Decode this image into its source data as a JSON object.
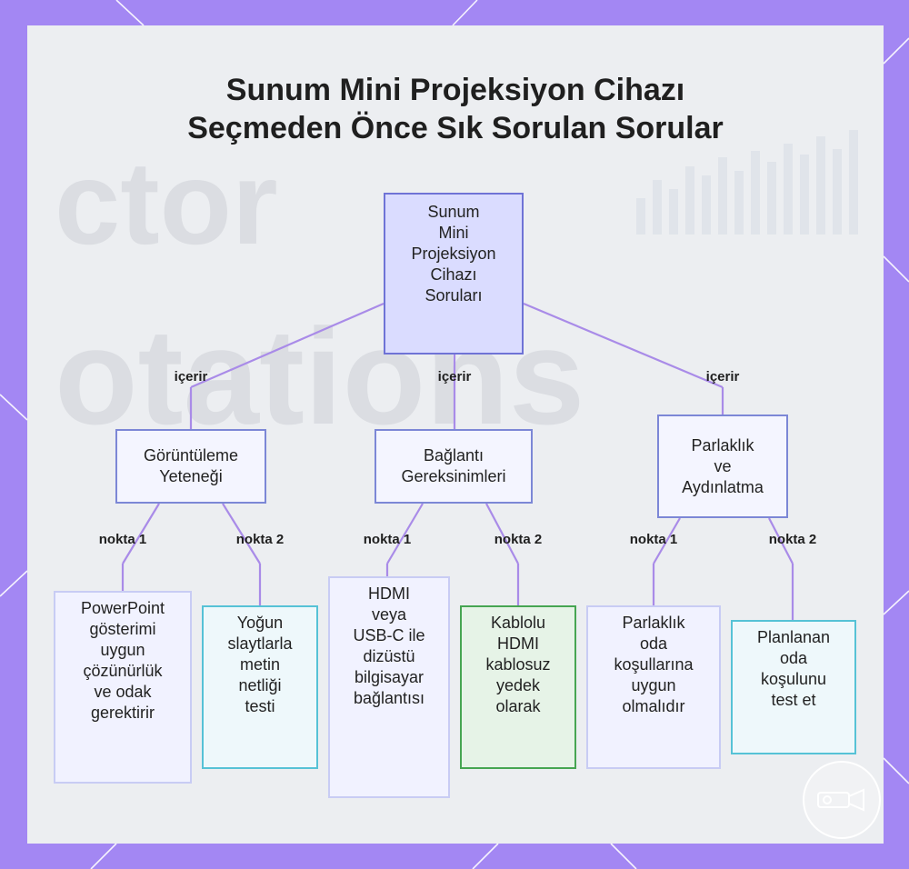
{
  "title": {
    "line1": "Sunum Mini Projeksiyon Cihazı",
    "line2": "Seçmeden Önce Sık Sorulan Sorular"
  },
  "root": {
    "lines": [
      "Sunum",
      "Mini",
      "Projeksiyon",
      "Cihazı",
      "Soruları"
    ]
  },
  "edge_labels": {
    "contains": "içerir",
    "point1": "nokta 1",
    "point2": "nokta 2"
  },
  "categories": [
    {
      "lines": [
        "Görüntüleme",
        "Yeteneği"
      ]
    },
    {
      "lines": [
        "Bağlantı",
        "Gereksinimleri"
      ]
    },
    {
      "lines": [
        "Parlaklık",
        "ve",
        "Aydınlatma"
      ]
    }
  ],
  "leaves": [
    {
      "lines": [
        "PowerPoint",
        "gösterimi",
        "uygun",
        "çözünürlük",
        "ve odak",
        "gerektirir"
      ]
    },
    {
      "lines": [
        "Yoğun",
        "slaytlarla",
        "metin",
        "netliği",
        "testi"
      ]
    },
    {
      "lines": [
        "HDMI",
        "veya",
        "USB-C ile",
        "dizüstü",
        "bilgisayar",
        "bağlantısı"
      ]
    },
    {
      "lines": [
        "Kablolu",
        "HDMI",
        "kablosuz",
        "yedek",
        "olarak"
      ]
    },
    {
      "lines": [
        "Parlaklık",
        "oda",
        "koşullarına",
        "uygun",
        "olmalıdır"
      ]
    },
    {
      "lines": [
        "Planlanan",
        "oda",
        "koşulunu",
        "test et"
      ]
    }
  ],
  "background_watermark": {
    "word1": "ctor",
    "word2": "otations"
  },
  "colors": {
    "frame": "#a387f3",
    "connector": "#a98be8",
    "root_fill": "#dadcff",
    "leaf_cyan_border": "#56c2d6",
    "leaf_green_border": "#46a552"
  }
}
